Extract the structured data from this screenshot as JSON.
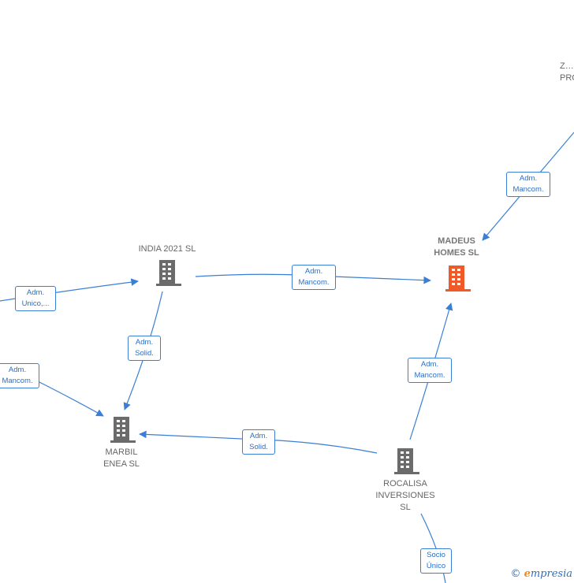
{
  "colors": {
    "edge": "#3a7fd5",
    "node_default": "#6b6b6b",
    "node_focus": "#f05a28"
  },
  "nodes": {
    "top_right": "Z…\nPRO…",
    "india": "INDIA 2021  SL",
    "madeus": "MADEUS\nHOMES  SL",
    "marbil": "MARBIL\nENEA  SL",
    "rocalisa": "ROCALISA\nINVERSIONES\nSL"
  },
  "edges": {
    "top_to_madeus": "Adm.\nMancom.",
    "india_to_madeus": "Adm.\nMancom.",
    "left_to_india": "Adm.\nUnico,...",
    "india_to_marbil": "Adm.\nSolid.",
    "left_to_marbil": "Adm.\nMancom.",
    "rocalisa_to_marbil": "Adm.\nSolid.",
    "rocalisa_to_madeus": "Adm.\nMancom.",
    "bottom_to_rocalisa": "Socio\nÚnico"
  },
  "watermark": {
    "copyright": "©",
    "brand_e": "e",
    "brand_rest": "mpresia"
  }
}
